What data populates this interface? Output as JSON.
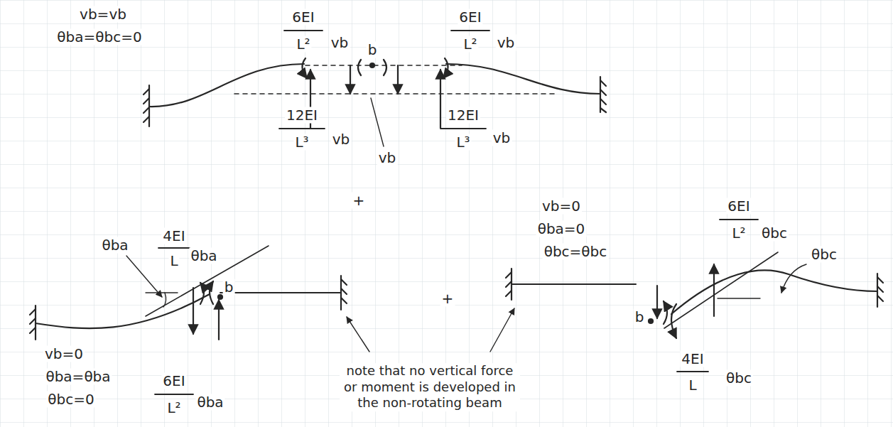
{
  "diagram": {
    "labels": [
      "vb=vb",
      "θba=θbc=0",
      "6EI",
      "L²",
      "vb",
      "6EI",
      "L²",
      "vb",
      "b",
      "12EI",
      "L³",
      "vb",
      "12EI",
      "L³",
      "vb",
      "vb",
      "+",
      "θba",
      "4EI",
      "L",
      "θba",
      "b",
      "6EI",
      "L²",
      "θba",
      "vb=0",
      "θba=θba",
      "θbc=0",
      "note that no vertical force or moment is developed in the non-rotating beam",
      "+",
      "vb=0",
      "θba=0",
      "θbc=θbc",
      "6EI",
      "L²",
      "θbc",
      "θbc",
      "b",
      "4EI",
      "L",
      "θbc"
    ]
  }
}
